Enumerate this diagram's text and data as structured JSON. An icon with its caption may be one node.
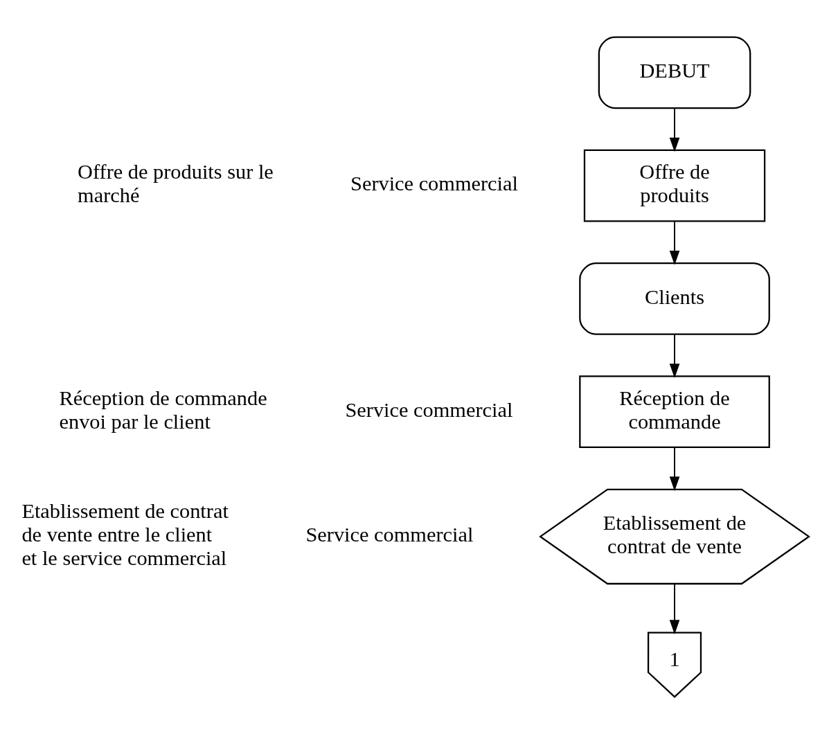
{
  "diagram": {
    "nodes": [
      {
        "text": [
          "DEBUT"
        ]
      },
      {
        "text": [
          "Offre de produits"
        ]
      },
      {
        "text": [
          "Clients"
        ]
      },
      {
        "text": [
          "Réception de commande"
        ]
      },
      {
        "text": [
          "Etablissement de contrat de vente"
        ]
      },
      {
        "text": [
          "1"
        ]
      }
    ],
    "edges": [
      {
        "from": 0,
        "to": 1,
        "arrow": "to"
      },
      {
        "from": 1,
        "to": 2,
        "arrow": "to"
      },
      {
        "from": 2,
        "to": 3,
        "arrow": "to"
      },
      {
        "from": 3,
        "to": 4,
        "arrow": "to"
      },
      {
        "from": 4,
        "to": 5,
        "arrow": "to"
      }
    ],
    "labels": [
      "Offre de produits sur le marché",
      "Service commercial",
      "Réception de commande envoi par le client",
      "Service commercial",
      "Etablissement de contrat de vente entre le client et le service commercial",
      "Service commercial"
    ]
  }
}
